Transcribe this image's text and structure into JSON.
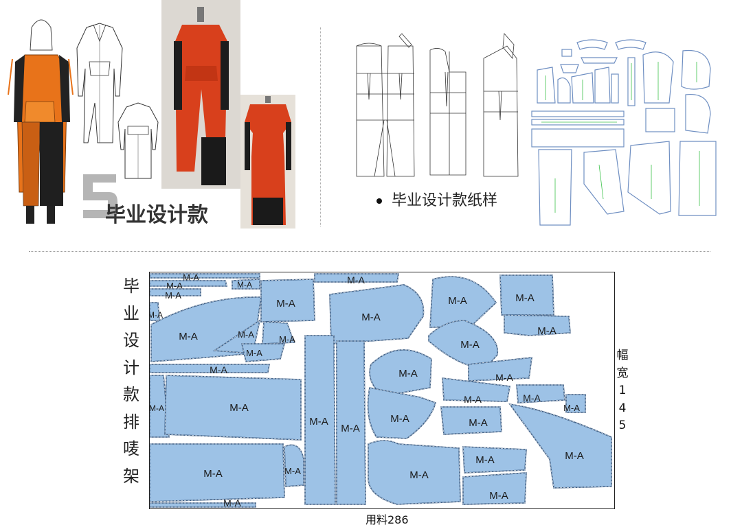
{
  "section_number": "5",
  "section_title": "毕业设计款",
  "pattern_title": "毕业设计款纸样",
  "marker_title_chars": [
    "毕",
    "业",
    "设",
    "计",
    "款",
    "排",
    "唛",
    "架"
  ],
  "fabric_width_chars": [
    "幅",
    "宽",
    "1",
    "4",
    "5"
  ],
  "fabric_usage": "用料286",
  "piece_label": "M-A",
  "colors": {
    "accent_orange": "#E8731A",
    "photo_red": "#D8401C",
    "marker_fill": "#9DC2E6",
    "marker_stroke": "#3E5F86"
  }
}
